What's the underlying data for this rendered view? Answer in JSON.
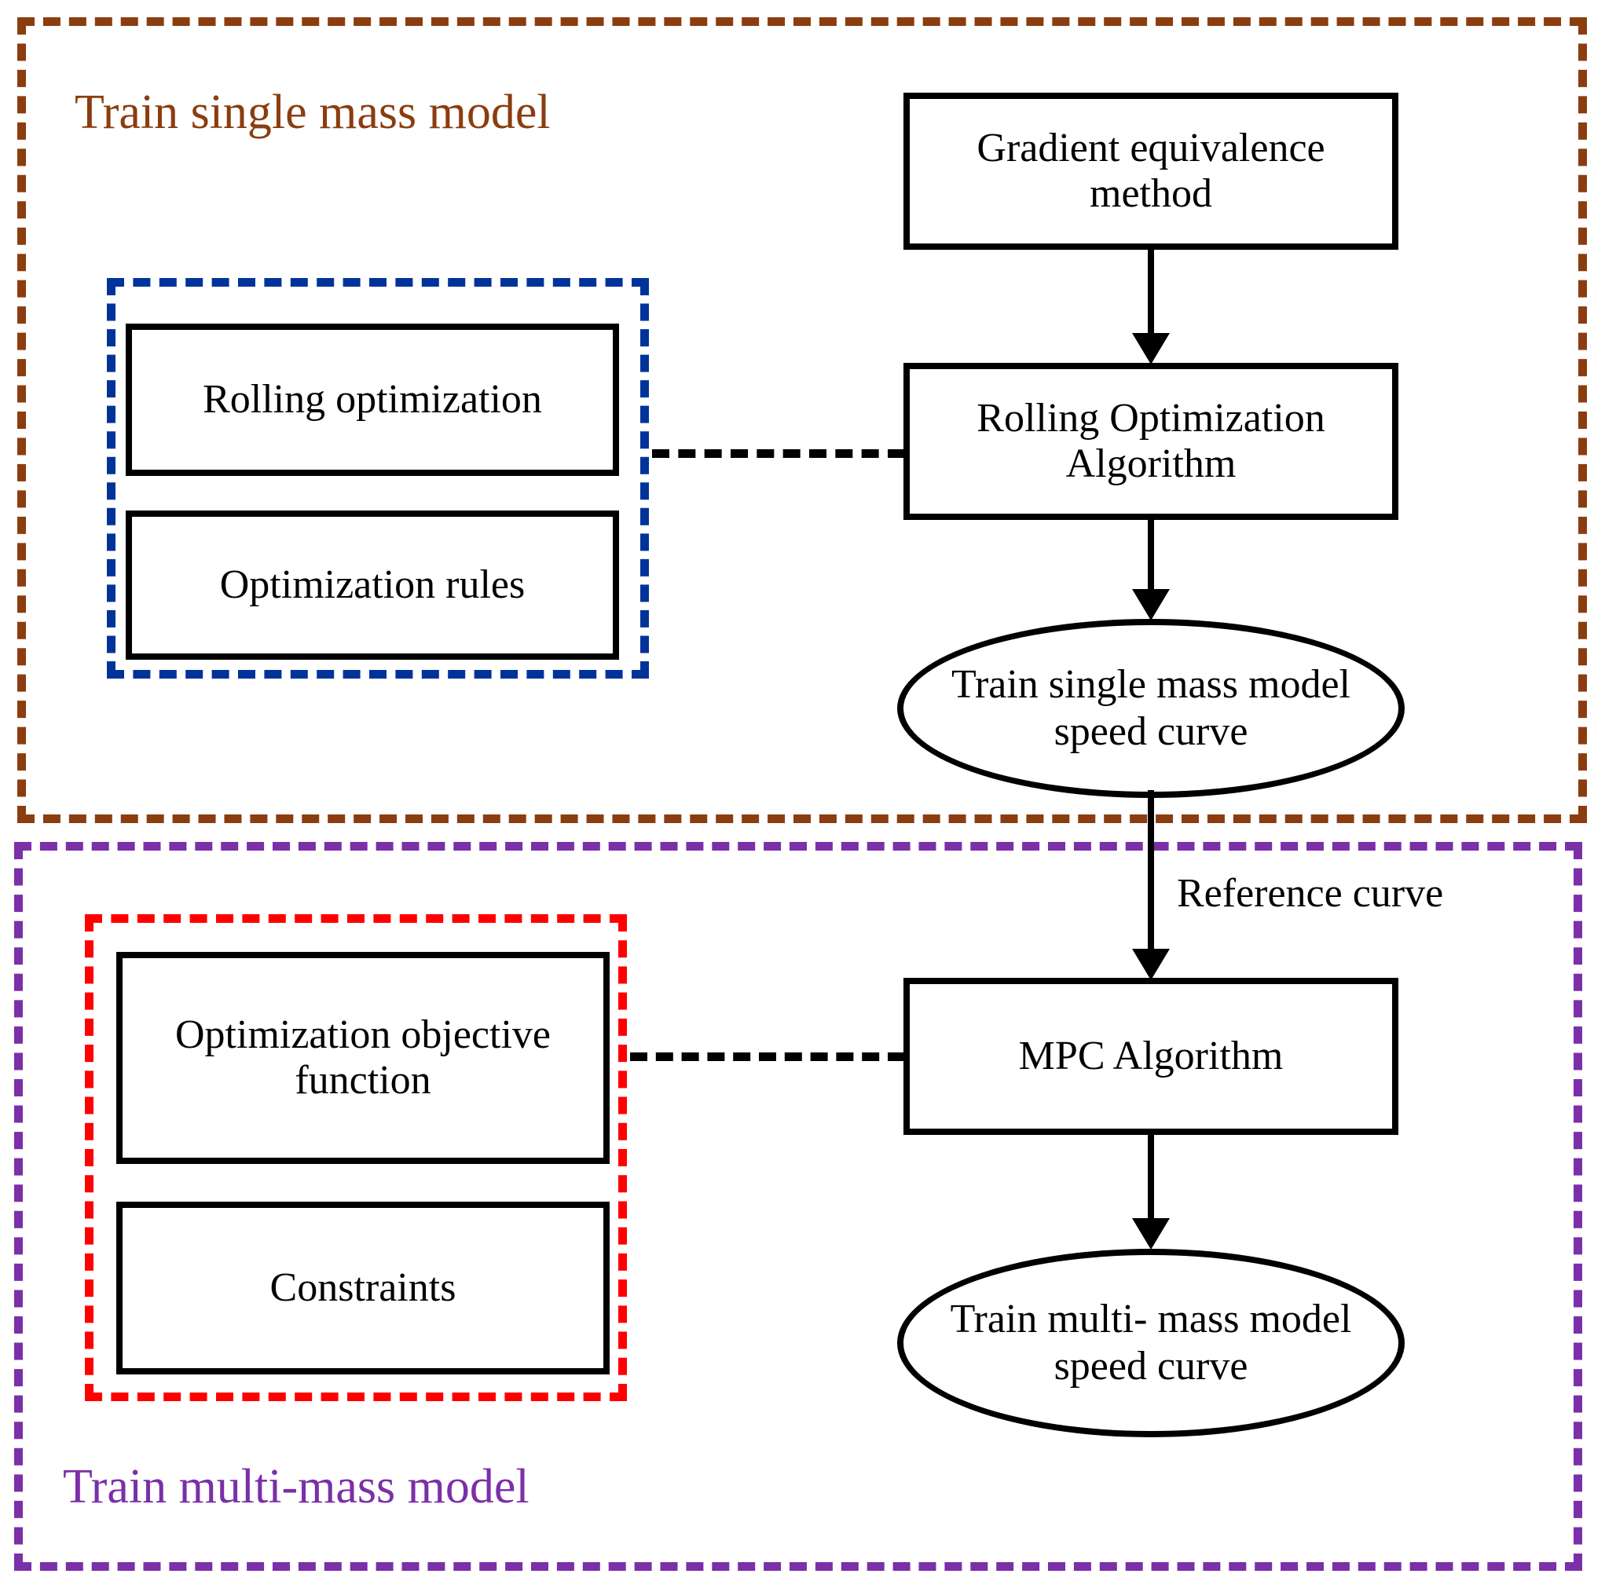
{
  "diagram": {
    "sections": [
      {
        "id": "train-single-mass-model",
        "title": "Train single mass model",
        "border_color": "#8B3D10"
      },
      {
        "id": "train-multi-mass-model",
        "title": "Train multi-mass model",
        "border_color": "#7B2FA8"
      }
    ],
    "groups": [
      {
        "id": "rolling-optimization-group",
        "border_color": "#003399"
      },
      {
        "id": "mpc-inputs-group",
        "border_color": "#FF0000"
      }
    ],
    "nodes": {
      "gradient_equivalence_method": "Gradient equivalence method",
      "rolling_optimization_algorithm": "Rolling Optimization Algorithm",
      "train_single_mass_model_speed_curve": "Train single mass model speed curve",
      "rolling_optimization": "Rolling optimization",
      "optimization_rules": "Optimization rules",
      "optimization_objective_function": "Optimization objective function",
      "constraints": "Constraints",
      "mpc_algorithm": "MPC Algorithm",
      "train_multi_mass_model_speed_curve": "Train multi- mass model speed curve"
    },
    "edges": {
      "reference_curve_label": "Reference curve"
    },
    "colors": {
      "brown": "#8B3D10",
      "purple": "#7B2FA8",
      "blue": "#003399",
      "red": "#FF0000",
      "black": "#000000",
      "background": "#FFFFFF"
    }
  }
}
